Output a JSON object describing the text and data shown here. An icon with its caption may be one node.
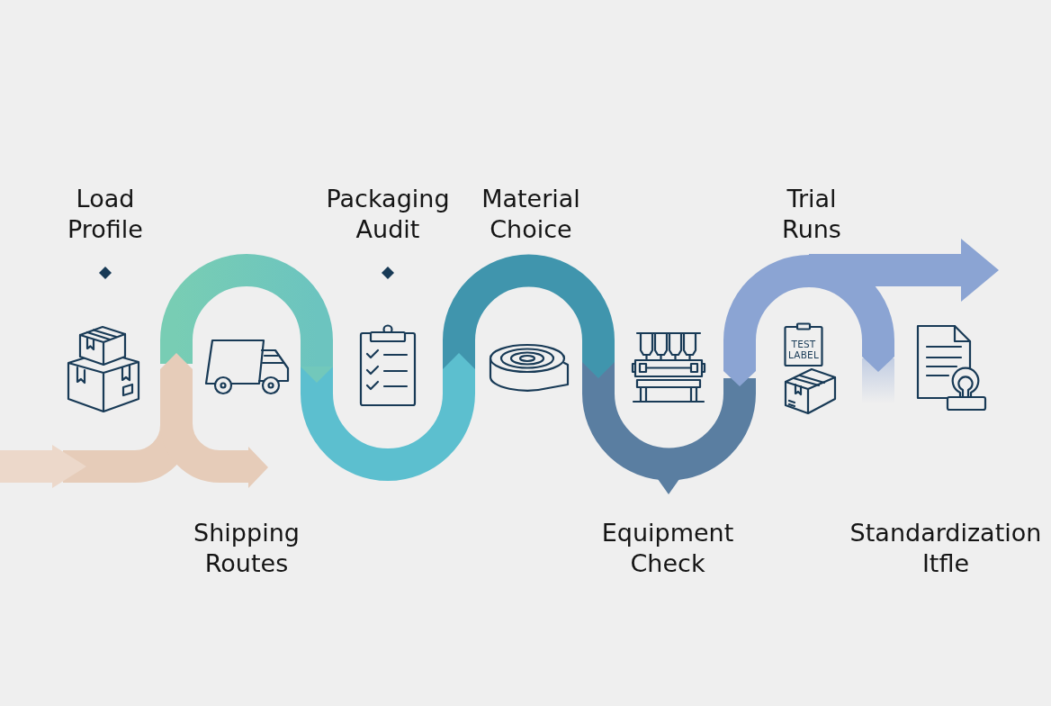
{
  "diagram": {
    "labels": [
      "Load Profile",
      "Shipping Routes",
      "Packaging Audit",
      "Material Choice",
      "Equipment Check",
      "Trial Runs",
      "TEST LABEL",
      "Standardization Itfle"
    ]
  }
}
